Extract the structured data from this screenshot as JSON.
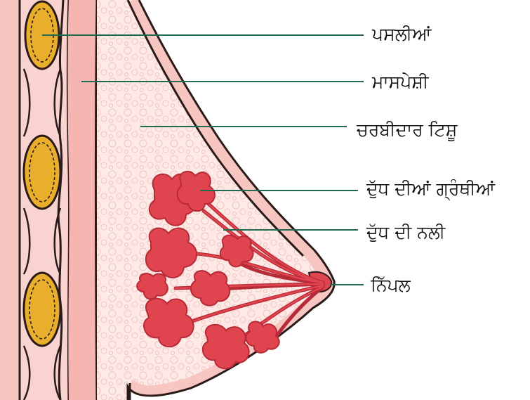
{
  "diagram": {
    "labels": {
      "ribs": "ਪਸਲੀਆਂ",
      "muscle": "ਮਾਸਪੇਸ਼ੀ",
      "fatty_tissue": "ਚਰਬੀਦਾਰ ਟਿਸ਼ੂ",
      "milk_glands": "ਦੁੱਧ ਦੀਆਂ ਗ੍ਰੰਥੀਆਂ",
      "milk_duct": "ਦੁੱਧ ਦੀ ਨਲੀ",
      "nipple": "ਨਿੱਪਲ"
    },
    "colors": {
      "skin": "#f7c6c1",
      "skin_light": "#fde9e6",
      "outline": "#2a1a1a",
      "rib": "#e9ae2b",
      "gland": "#e0444f",
      "gland_dark": "#b72a37",
      "leader_line": "#1f6b4f"
    }
  }
}
